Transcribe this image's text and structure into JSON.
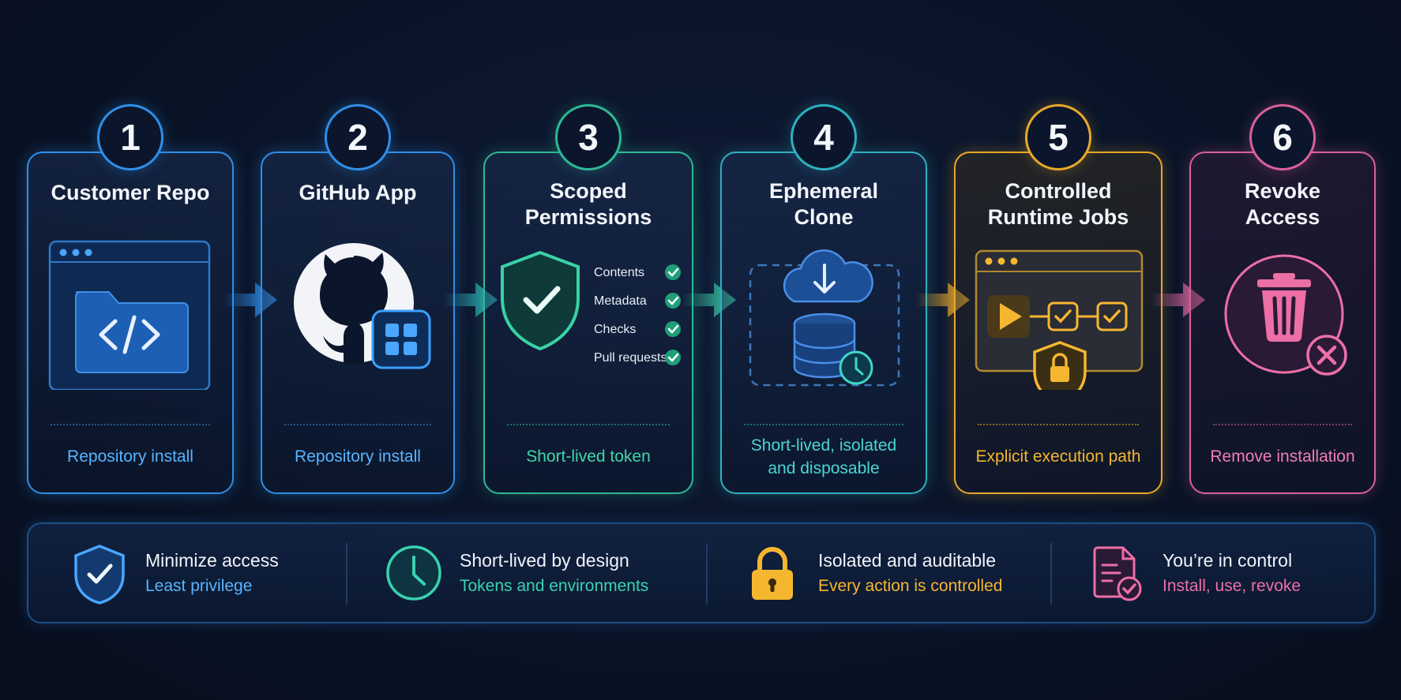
{
  "steps": [
    {
      "number": "1",
      "title": "Customer Repo",
      "caption": "Repository install",
      "color": "#3aa0ff"
    },
    {
      "number": "2",
      "title": "GitHub App",
      "caption": "Repository install",
      "color": "#4aa6ff"
    },
    {
      "number": "3",
      "title": "Scoped Permissions",
      "caption": "Short-lived token",
      "color": "#39d2a6"
    },
    {
      "number": "4",
      "title": "Ephemeral Clone",
      "caption_line1": "Short-lived, isolated",
      "caption_line2": "and disposable",
      "color": "#3fc9d6"
    },
    {
      "number": "5",
      "title": "Controlled Runtime Jobs",
      "caption": "Explicit execution path",
      "color": "#f5b630"
    },
    {
      "number": "6",
      "title": "Revoke Access",
      "caption": "Remove installation",
      "color": "#ec6fa6"
    }
  ],
  "step1": {
    "title": "Customer Repo"
  },
  "step3": {
    "title_line1": "Scoped",
    "title_line2": "Permissions",
    "permissions": [
      "Contents",
      "Metadata",
      "Checks",
      "Pull requests"
    ]
  },
  "step4": {
    "title_line1": "Ephemeral",
    "title_line2": "Clone"
  },
  "step5": {
    "title_line1": "Controlled",
    "title_line2": "Runtime Jobs"
  },
  "step6": {
    "title_line1": "Revoke",
    "title_line2": "Access"
  },
  "features": [
    {
      "title": "Minimize access",
      "subtitle": "Least privilege",
      "color": "#4aa6ff",
      "icon": "shield-check-icon"
    },
    {
      "title": "Short-lived by design",
      "subtitle": "Tokens and environments",
      "color": "#39d2b0",
      "icon": "clock-icon"
    },
    {
      "title": "Isolated and auditable",
      "subtitle": "Every action is controlled",
      "color": "#f5b630",
      "icon": "padlock-icon"
    },
    {
      "title": "You’re in control",
      "subtitle": "Install, use, revoke",
      "color": "#ec6fa6",
      "icon": "document-check-icon"
    }
  ]
}
